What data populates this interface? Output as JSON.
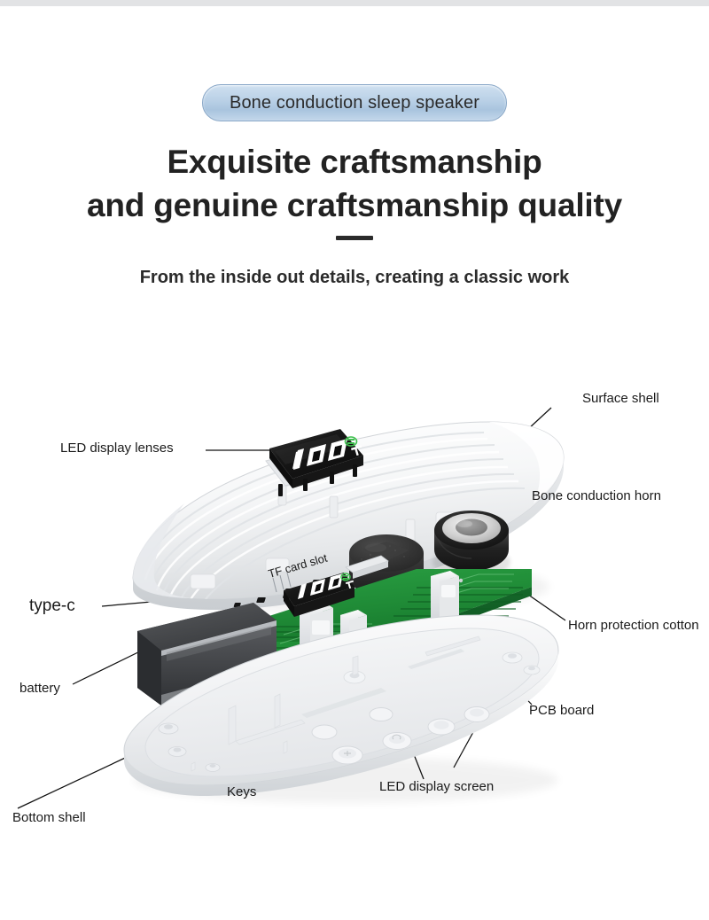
{
  "page": {
    "background": "#ffffff",
    "top_band_color": "#e2e3e5"
  },
  "header": {
    "badge": "Bone conduction sleep speaker",
    "badge_colors": {
      "fill_top": "#cfe0f0",
      "fill_bottom": "#a9c4de",
      "border": "#8aa8c8"
    },
    "title_line1": "Exquisite craftsmanship",
    "title_line2": "and genuine craftsmanship quality",
    "subtitle": "From the inside out details, creating a classic work",
    "divider_color": "#2b2b2b"
  },
  "diagram": {
    "name": "exploded-view-bone-conduction-sleep-speaker",
    "leader_line_color": "#111111",
    "parts": {
      "surface_shell": "Surface shell",
      "led_display_lenses": "LED display lenses",
      "bone_conduction_horn": "Bone conduction horn",
      "tf_card_slot": "TF card slot",
      "horn_protection_cotton": "Horn protection cotton",
      "type_c": "type-c",
      "battery": "battery",
      "pcb_board": "PCB board",
      "led_display_screen": "LED display screen",
      "keys": "Keys",
      "bottom_shell": "Bottom shell"
    },
    "led_readout": {
      "value": "100",
      "battery_icon_color": "#3fbf4f",
      "tf_indicator": "T"
    },
    "colors": {
      "shell_white": "#f4f5f6",
      "pcb_green": "#1f8a36",
      "pcb_green_dark": "#13682a",
      "battery_metal": "#4a4a4a",
      "horn_black": "#1c1c1c",
      "horn_cone": "#d8d8d8",
      "connector_white": "#fbfbfb"
    }
  }
}
